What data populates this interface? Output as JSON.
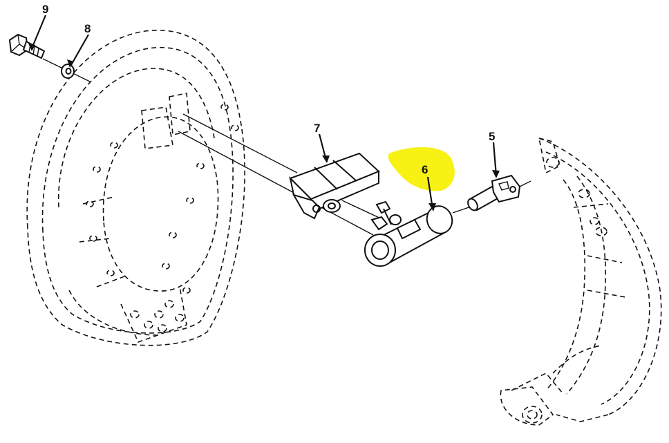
{
  "callouts": {
    "c9": "9",
    "c8": "8",
    "c7": "7",
    "c6": "6",
    "c5": "5"
  },
  "colors": {
    "highlight": "#f7f000",
    "ink": "#111111"
  }
}
